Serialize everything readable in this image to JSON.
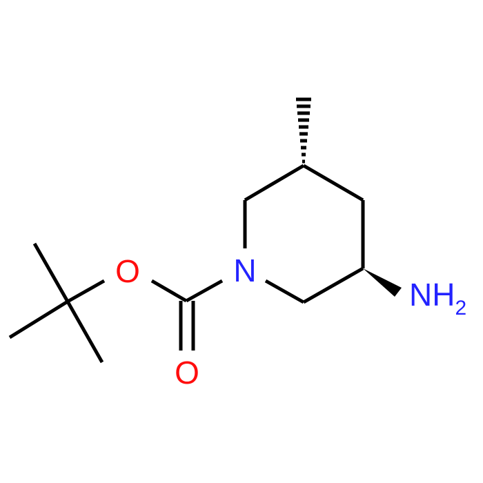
{
  "molecule": {
    "atoms": {
      "nitrogen_ring": {
        "symbol": "N",
        "color": "#2323ff"
      },
      "oxygen_ester": {
        "symbol": "O",
        "color": "#ff0d0d"
      },
      "oxygen_carbonyl": {
        "symbol": "O",
        "color": "#ff0d0d"
      },
      "amine": {
        "symbol": "NH",
        "subscript": "2",
        "color": "#2323ff"
      }
    },
    "bond_color": "#000000"
  }
}
